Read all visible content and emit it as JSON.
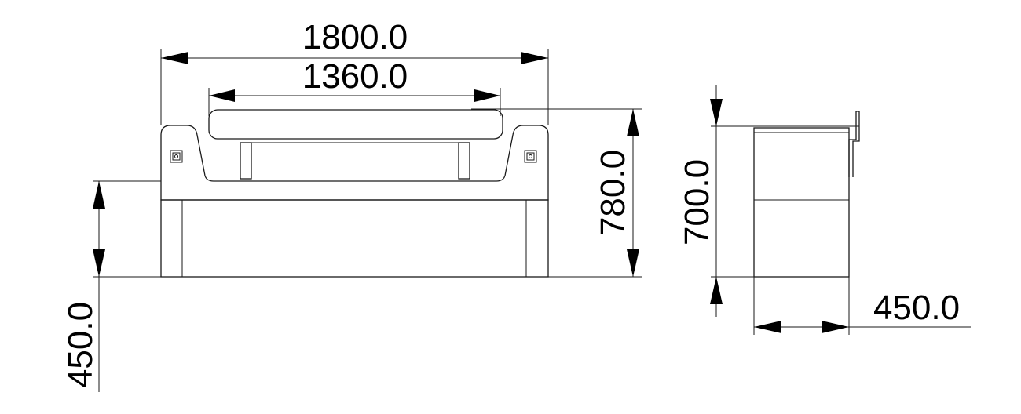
{
  "dimensions": {
    "front_overall_width": "1800.0",
    "front_inner_width": "1360.0",
    "front_overall_height": "780.0",
    "front_seat_height": "450.0",
    "side_height": "700.0",
    "side_depth": "450.0"
  },
  "colors": {
    "line": "#1a1a1a",
    "background": "#ffffff"
  }
}
